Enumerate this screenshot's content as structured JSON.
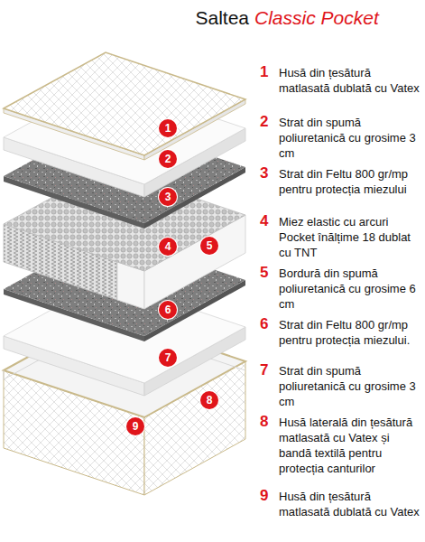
{
  "diagram": {
    "title": "Saltea",
    "nodes": [
      {
        "text": [
          "1"
        ]
      },
      {
        "text": [
          "2"
        ]
      },
      {
        "text": [
          "3"
        ]
      },
      {
        "text": [
          "4"
        ]
      },
      {
        "text": [
          "5"
        ]
      },
      {
        "text": [
          "6"
        ]
      },
      {
        "text": [
          "7"
        ]
      },
      {
        "text": [
          "8"
        ]
      },
      {
        "text": [
          "9"
        ]
      }
    ],
    "labels": [
      "Classic Pocket",
      "1",
      "Husă din țesătură matlasată dublată cu Vatex",
      "2",
      "Strat din spumă poliuretanică cu grosime 3 cm",
      "3",
      "Strat din Feltu 800 gr/mp pentru protecția miezului",
      "4",
      "Miez elastic cu arcuri Pocket înălțime 18 dublat cu TNT",
      "5",
      "Bordură din spumă poliuretanică cu grosime 6 cm",
      "6",
      "Strat din Feltu 800 gr/mp pentru protecția miezului.",
      "7",
      "Strat din spumă poliuretanică cu grosime 3 cm",
      "8",
      "Husă laterală din țesătură matlasată cu Vatex și bandă textilă pentru protecția canturilor",
      "9",
      "Husă din țesătură matlasată dublată cu Vatex"
    ]
  }
}
